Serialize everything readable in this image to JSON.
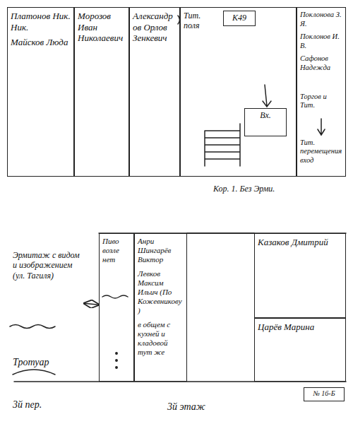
{
  "diagram": {
    "caption": "Кор. 1. Без Эрми.",
    "nodes": [
      {
        "text": [
          "Платонов Ник. Ник.",
          "Майсков Люда"
        ]
      },
      {
        "text": [
          "Морозов Иван Николаевич"
        ]
      },
      {
        "text": [
          "Александров Орлов Зенкевич"
        ]
      },
      {
        "text": [
          "Тит. поля"
        ]
      },
      {
        "text": [
          "К49"
        ],
        "in": 3
      },
      {
        "text": [
          "Вх."
        ],
        "in": 3
      },
      {
        "text": [
          "Поклонова З. Я.",
          "Поклонов И. В.",
          "Сафонов Надежда",
          "Торгов и Тит.",
          "Тит. перемещения вход"
        ]
      },
      {
        "text": [
          "Эрмитаж с видом и изображением (ул. Тагиля)"
        ]
      },
      {
        "text": [
          "Пиво возле нет"
        ]
      },
      {
        "text": [
          "Анри Шингарёв Виктор",
          "Левков Максим Ильич (По Кожевникову)",
          "в общем с кухней и кладовой тут же"
        ]
      },
      {
        "text": [
          "Казаков Дмитрий"
        ]
      },
      {
        "text": [
          "Царёв Марина"
        ]
      },
      {
        "text": [
          "№ 16-Б"
        ]
      }
    ],
    "edges": [
      {
        "from": 7,
        "to": 8,
        "arrow": "both"
      }
    ],
    "labels": [
      "Тротуар",
      "3й пер.",
      "3й этаж"
    ]
  }
}
